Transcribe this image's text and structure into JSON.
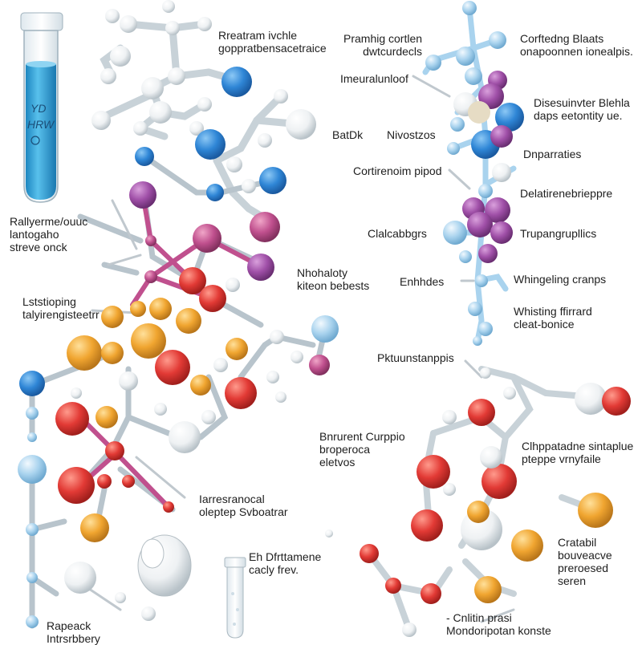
{
  "colors": {
    "background": "#ffffff",
    "bond": "#c8d2d8",
    "blue_atom": "#2f86d6",
    "light_blue_atom": "#a9d3ee",
    "purple_atom": "#a050a8",
    "magenta_atom": "#c0508e",
    "red_atom": "#e23a35",
    "orange_atom": "#f0a530",
    "white_atom": "#eef1f3",
    "tube_liquid": "#2aa3d8",
    "label_text": "#1e1e1e"
  },
  "tube": {
    "text_line1": "YD",
    "text_line2": "HRW"
  },
  "labels": {
    "top_center": [
      "Rreatram ivchle",
      "goppratbensacetraice"
    ],
    "top_right_a": [
      "Pramhig cortlen",
      "dwtcurdecls"
    ],
    "top_right_b": [
      "Corftedng Blaats",
      "onapoonnen ionealpis."
    ],
    "mid_right_a": "Imeuralunloof",
    "mid_right_b": [
      "Disesuinvter Blehla",
      "daps eetontity ue."
    ],
    "mid_left": "BatDk",
    "nivostrzos": "Nivostzos",
    "dnparraties": "Dnparraties",
    "cortinenim": "Cortirenoim pipod",
    "delatrene": "Delatirenebrieppre",
    "left_a": [
      "Rallyerme/ouuc",
      "lantogaho",
      "streve onck"
    ],
    "clanabfigs": "Clalcabbgrs",
    "trupangrup": "Trupangrupllics",
    "mid_left_b": [
      "Nhohaloty",
      "kiteon bebests"
    ],
    "enhhdes": "Enhhdes",
    "whingeling": "Whingeling cranps",
    "left_b": [
      "Lststioping",
      "talyirengisteetrr"
    ],
    "whisting": [
      "Whisting ffirrard",
      "cleat-bonice"
    ],
    "piktuun": "Pktuunstanppis",
    "bottom_center_a": [
      "Bnrurent Curppio",
      "broperoca",
      "eletvos"
    ],
    "bottom_right_a": [
      "Clhppatadne sintaplue",
      "pteppe vrnyfaile"
    ],
    "bottom_left_a": [
      "Iarresranocal",
      "oleptep Svboatrar"
    ],
    "bottom_center_b": [
      "Eh Dfrttamene",
      "cacly frev."
    ],
    "bottom_right_b": [
      "Cratabil",
      "bouveacve",
      "preroesed",
      "seren"
    ],
    "bottom_left_b": [
      "Rapeack",
      "Intrsrbbery"
    ],
    "bottom_center_c": [
      "- Cnlitin prasi",
      "Mondoripotan konste"
    ]
  }
}
